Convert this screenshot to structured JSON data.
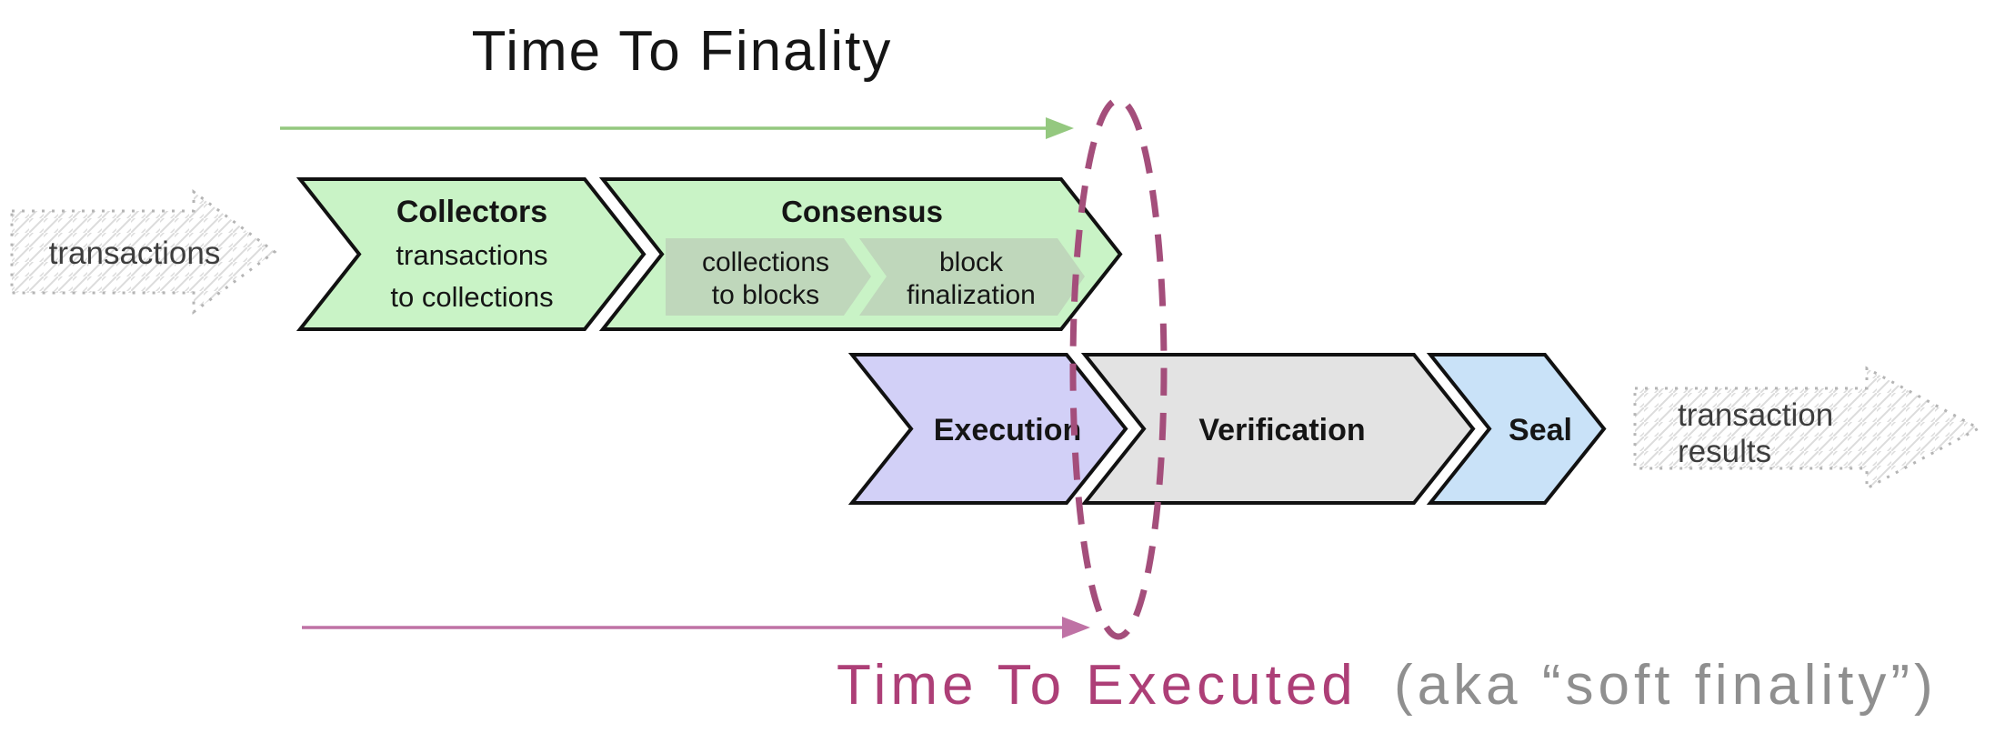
{
  "colors": {
    "title_green": "#5fa755",
    "arrow_green": "#94c87f",
    "stage_green": "#c9f3c6",
    "consensus_sub_fill": "#bfd7bb",
    "stage_purple": "#d2d0f7",
    "stage_gray": "#e3e3e3",
    "stage_blue": "#c9e2f8",
    "outline_black": "#111111",
    "ellipse_magenta": "#a44e7b",
    "arrow_magenta": "#bf72a5",
    "title_magenta": "#ad3f77",
    "subtitle_gray": "#8f8f8f",
    "sketch_border": "#b5b5b5",
    "sketch_hatch": "#dcdcdc",
    "sketch_text": "#3d3d3d"
  },
  "annotations": {
    "time_to_finality": "Time To Finality",
    "time_to_executed": "Time To Executed",
    "time_to_executed_suffix": "(aka “soft finality”)"
  },
  "input_arrow": {
    "label": "transactions"
  },
  "output_arrow": {
    "line1": "transaction",
    "line2": "results"
  },
  "stages": {
    "collectors": {
      "title": "Collectors",
      "line1": "transactions",
      "line2": "to collections"
    },
    "consensus": {
      "title": "Consensus",
      "sub1": {
        "line1": "collections",
        "line2": "to blocks"
      },
      "sub2": {
        "line1": "block",
        "line2": "finalization"
      }
    },
    "execution": {
      "title": "Execution"
    },
    "verification": {
      "title": "Verification"
    },
    "seal": {
      "title": "Seal"
    }
  }
}
